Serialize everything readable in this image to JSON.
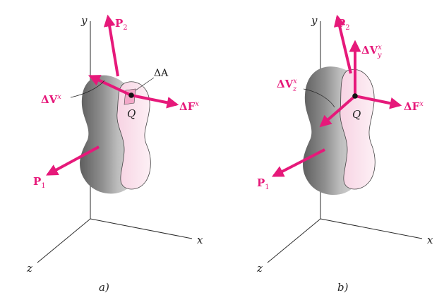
{
  "colors": {
    "force": "#e6197a",
    "axis": "#2a2a2a",
    "body_dark": "#6c6c6c",
    "body_light": "#d9d9d9",
    "section_fill": "#fbe4ee",
    "section_edge": "#444444",
    "point": "#111111"
  },
  "panel_a": {
    "caption": "a)",
    "axes": {
      "x": "x",
      "y": "y",
      "z": "z"
    },
    "labels": {
      "p2_main": "P",
      "p2_sub": "2",
      "p1_main": "P",
      "p1_sub": "1",
      "dvx_main": "ΔV",
      "dvx_sup": "x",
      "dfx_main": "ΔF",
      "dfx_sup": "x",
      "da": "ΔA",
      "q": "Q"
    }
  },
  "panel_b": {
    "caption": "b)",
    "axes": {
      "x": "x",
      "y": "y",
      "z": "z"
    },
    "labels": {
      "p2_main": "P",
      "p2_sub": "2",
      "p1_main": "P",
      "p1_sub": "1",
      "dvy_main": "ΔV",
      "dvy_sup": "x",
      "dvy_sub": "y",
      "dvz_main": "ΔV",
      "dvz_sup": "x",
      "dvz_sub": "z",
      "dfx_main": "ΔF",
      "dfx_sup": "x",
      "q": "Q"
    }
  }
}
